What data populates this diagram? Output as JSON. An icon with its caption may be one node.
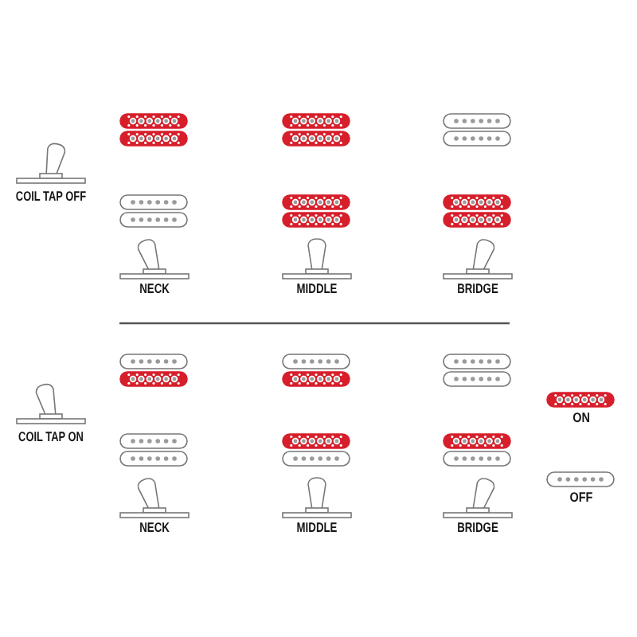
{
  "diagram": {
    "labels": [
      "COIL TAP OFF",
      "NECK",
      "MIDDLE",
      "BRIDGE",
      "COIL TAP ON",
      "NECK",
      "MIDDLE",
      "BRIDGE"
    ],
    "legend": [
      {
        "text": "ON",
        "color": "#d71f2b"
      },
      {
        "text": "OFF"
      }
    ]
  }
}
